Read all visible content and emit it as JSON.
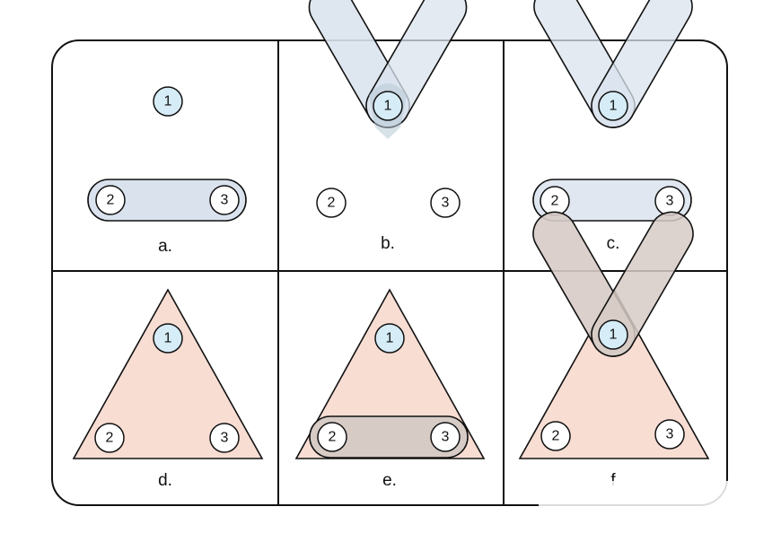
{
  "panels": [
    {
      "id": "a",
      "label": "a."
    },
    {
      "id": "b",
      "label": "b."
    },
    {
      "id": "c",
      "label": "c."
    },
    {
      "id": "d",
      "label": "d."
    },
    {
      "id": "e",
      "label": "e."
    },
    {
      "id": "f",
      "label": "f"
    }
  ],
  "nodes": {
    "n1": "1",
    "n2": "2",
    "n3": "3"
  },
  "colors": {
    "hyperedge_blue": "#dae3ed",
    "overlap_blue": "#b6c8d6",
    "node_fill": "#d6ecf7",
    "face_pink": "#f8ddd3",
    "hyperedge_gray": "#d7cbc6"
  }
}
